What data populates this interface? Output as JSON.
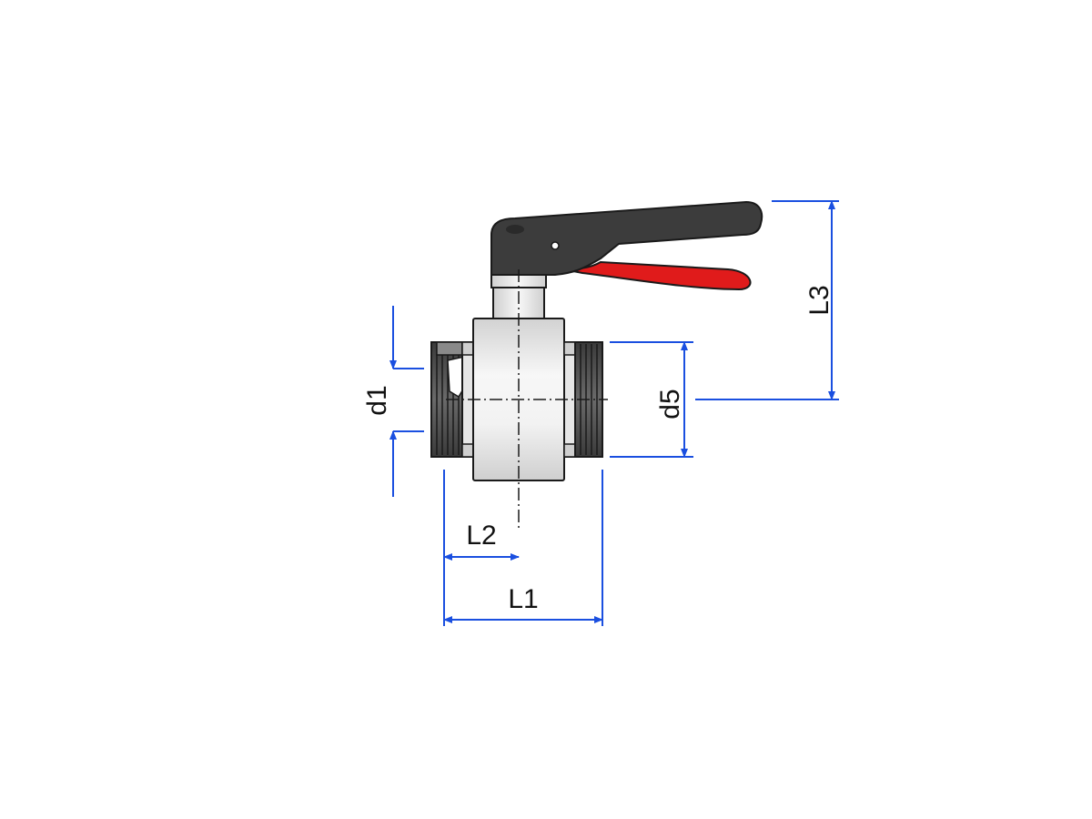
{
  "diagram": {
    "colors": {
      "dimension": "#1a4fe0",
      "handle": "#3a3a3a",
      "lever": "#e01b1b",
      "body_light": "#f2f2f2",
      "body_mid": "#d4d4d4",
      "outline": "#1a1a1a"
    },
    "labels": {
      "d1": "d1",
      "d5": "d5",
      "L1": "L1",
      "L2": "L2",
      "L3": "L3"
    }
  }
}
